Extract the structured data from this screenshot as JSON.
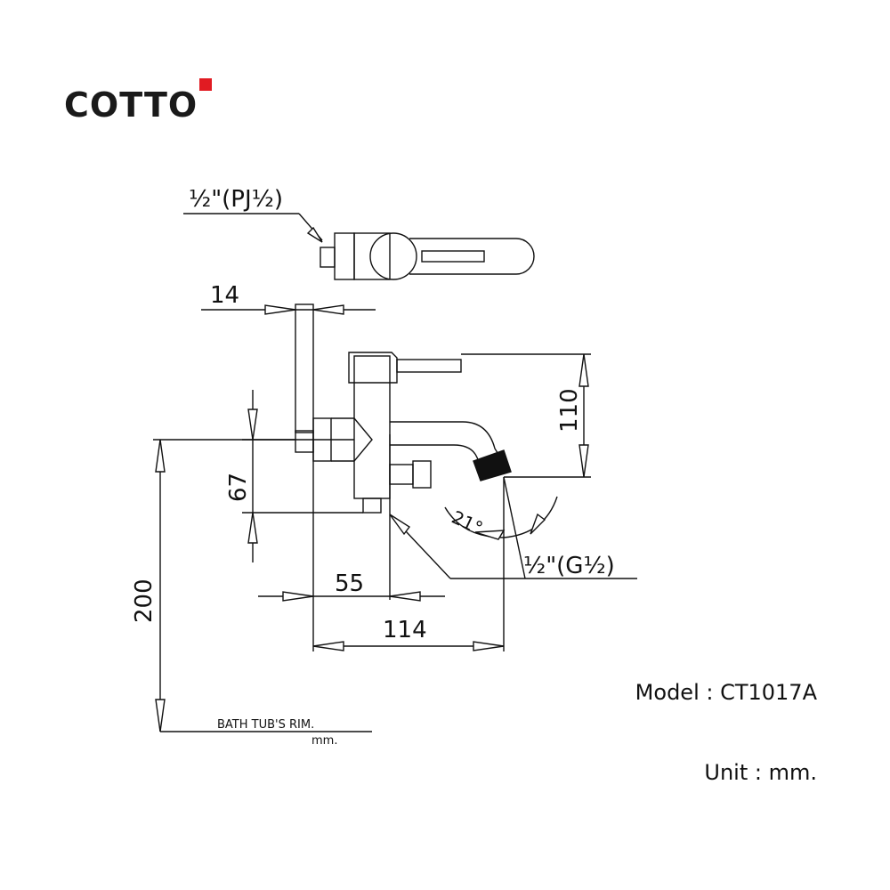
{
  "brand": {
    "name": "COTTO",
    "accent_color": "#e11b22"
  },
  "drawing": {
    "inlet_top_label": "½\"(PJ½)",
    "outlet_label": "½\"(G½)",
    "angle_label": "21°",
    "dim_14": "14",
    "dim_110": "110",
    "dim_67": "67",
    "dim_55": "55",
    "dim_114": "114",
    "dim_200": "200",
    "rim_label": "BATH TUB'S RIM.",
    "rim_unit": "mm."
  },
  "footer": {
    "model": "Model : CT1017A",
    "unit": "Unit : mm."
  }
}
